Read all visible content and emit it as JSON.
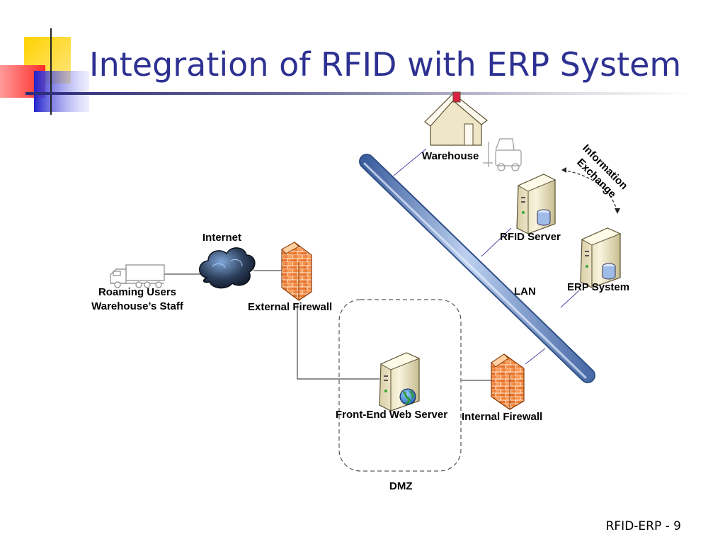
{
  "title": "Integration of RFID with ERP System",
  "footer": "RFID-ERP  - 9",
  "labels": {
    "warehouse": "Warehouse",
    "info_exchange_line1": "Information",
    "info_exchange_line2": "Exchange",
    "rfid_server": "RFID Server",
    "internet": "Internet",
    "erp_system": "ERP System",
    "lan": "LAN",
    "roaming_users": "Roaming Users",
    "warehouse_staff": "Warehouse’s Staff",
    "external_firewall": "External Firewall",
    "front_end_web_server": "Front-End Web Server",
    "internal_firewall": "Internal Firewall",
    "dmz": "DMZ"
  },
  "icons": {
    "warehouse": "house-icon",
    "forklift": "forklift-icon",
    "rfid_server": "server-database-icon",
    "erp_server": "server-database-icon",
    "internet": "cloud-icon",
    "truck": "truck-icon",
    "firewall": "brick-firewall-icon",
    "web_server": "server-globe-icon"
  },
  "colors": {
    "title": "#2e3192",
    "lan_bus": "#7f9cd1",
    "firewall": "#f07a2a",
    "cloud": "#2c3e5a",
    "deco_yellow": "#ffd300",
    "deco_red": "#ff4a4a",
    "deco_blue": "#3333cc"
  }
}
